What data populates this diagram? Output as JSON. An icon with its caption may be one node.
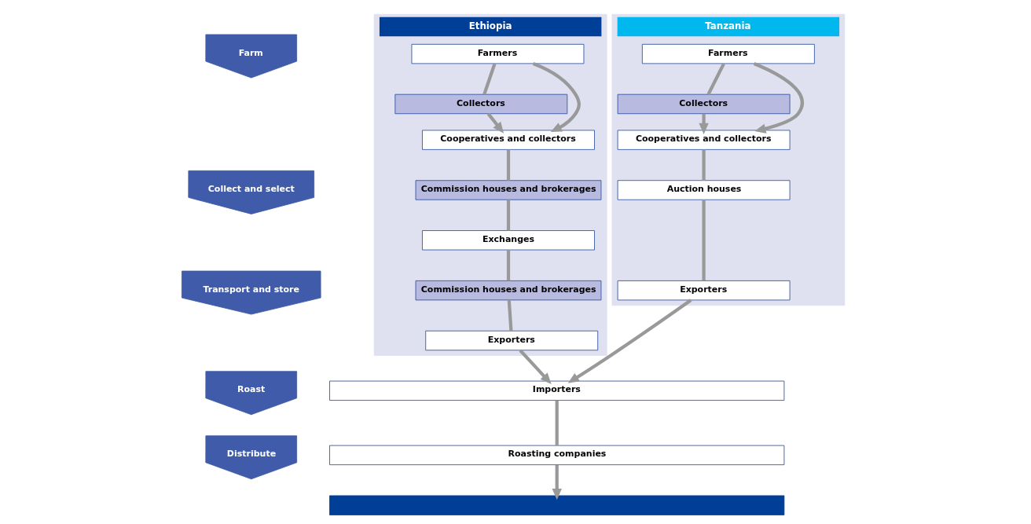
{
  "diagram": {
    "nodes": [
      {
        "text": [
          "Farm"
        ]
      },
      {
        "text": [
          "Collect and select"
        ]
      },
      {
        "text": [
          "Transport and store"
        ]
      },
      {
        "text": [
          "Roast"
        ]
      },
      {
        "text": [
          "Distribute"
        ]
      },
      {
        "text": [
          "Ethiopia"
        ]
      },
      {
        "text": [
          "Farmers"
        ],
        "in": 5
      },
      {
        "text": [
          "Collectors"
        ],
        "in": 5
      },
      {
        "text": [
          "Cooperatives and collectors"
        ],
        "in": 5
      },
      {
        "text": [
          "Commission houses and brokerages"
        ],
        "in": 5
      },
      {
        "text": [
          "Exchanges"
        ],
        "in": 5
      },
      {
        "text": [
          "Commission houses and brokerages"
        ],
        "in": 5
      },
      {
        "text": [
          "Exporters"
        ],
        "in": 5
      },
      {
        "text": [
          "Tanzania"
        ]
      },
      {
        "text": [
          "Farmers"
        ],
        "in": 13
      },
      {
        "text": [
          "Collectors"
        ],
        "in": 13
      },
      {
        "text": [
          "Cooperatives and collectors"
        ],
        "in": 13
      },
      {
        "text": [
          "Auction houses"
        ],
        "in": 13
      },
      {
        "text": [
          "Exporters"
        ],
        "in": 13
      },
      {
        "text": [
          "Importers"
        ]
      },
      {
        "text": [
          "Roasting companies"
        ]
      },
      {
        "text": [],
        "shape": "box"
      }
    ],
    "edges": [
      {
        "from": 6,
        "to": 8,
        "arrow": "to"
      },
      {
        "from": 6,
        "to": 7,
        "arrow": "none"
      },
      {
        "from": 7,
        "to": 8,
        "arrow": "to"
      },
      {
        "from": 8,
        "to": 9,
        "arrow": "none"
      },
      {
        "from": 9,
        "to": 10,
        "arrow": "none"
      },
      {
        "from": 10,
        "to": 11,
        "arrow": "none"
      },
      {
        "from": 11,
        "to": 12,
        "arrow": "none"
      },
      {
        "from": 14,
        "to": 16,
        "arrow": "to"
      },
      {
        "from": 14,
        "to": 15,
        "arrow": "none"
      },
      {
        "from": 15,
        "to": 16,
        "arrow": "to"
      },
      {
        "from": 16,
        "to": 17,
        "arrow": "none"
      },
      {
        "from": 17,
        "to": 18,
        "arrow": "none"
      },
      {
        "from": 12,
        "to": 19,
        "arrow": "to"
      },
      {
        "from": 18,
        "to": 19,
        "arrow": "to"
      },
      {
        "from": 19,
        "to": 20,
        "arrow": "none"
      },
      {
        "from": 20,
        "to": 21,
        "arrow": "to"
      }
    ]
  }
}
